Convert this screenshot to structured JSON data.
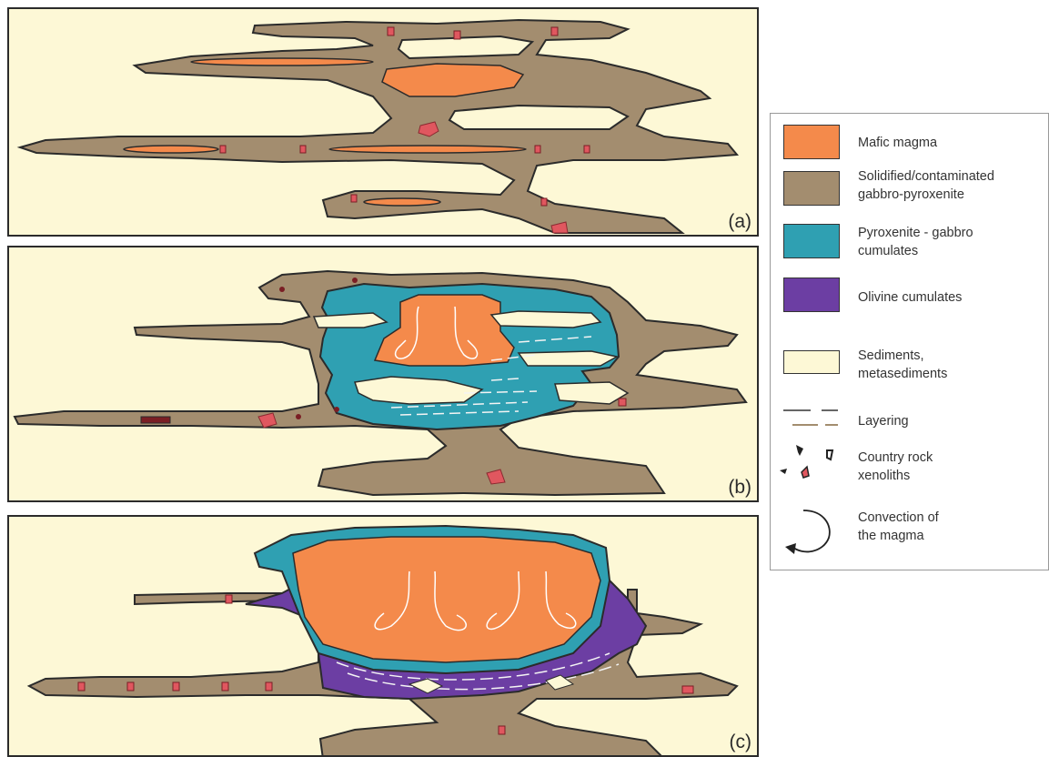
{
  "panels": [
    {
      "label": "(a)"
    },
    {
      "label": "(b)"
    },
    {
      "label": "(c)"
    }
  ],
  "colors": {
    "sediment": "#fdf8d6",
    "gabbro": "#a38d6f",
    "mafic": "#f48a4b",
    "pyroxenite": "#2fa0b2",
    "olivine": "#6c3ea3",
    "xenolith": "#e0575f",
    "outline": "#2b2b2b",
    "layering": "#f4f4f4"
  },
  "legend": {
    "items": [
      {
        "label": "Mafic magma",
        "icon": "orange-swatch"
      },
      {
        "label": "Solidified/contaminated\ngabbro-pyroxenite",
        "icon": "brown-swatch"
      },
      {
        "label": "Pyroxenite - gabbro\ncumulates",
        "icon": "teal-swatch"
      },
      {
        "label": "Olivine cumulates",
        "icon": "purple-swatch"
      },
      {
        "label": "Sediments,\nmetasediments",
        "icon": "cream-swatch"
      },
      {
        "label": "Layering",
        "icon": "dashed-lines-icon"
      },
      {
        "label": "Country rock\nxenoliths",
        "icon": "xenolith-fragments-icon"
      },
      {
        "label": "Convection of\nthe magma",
        "icon": "circular-arrow-icon"
      }
    ]
  }
}
